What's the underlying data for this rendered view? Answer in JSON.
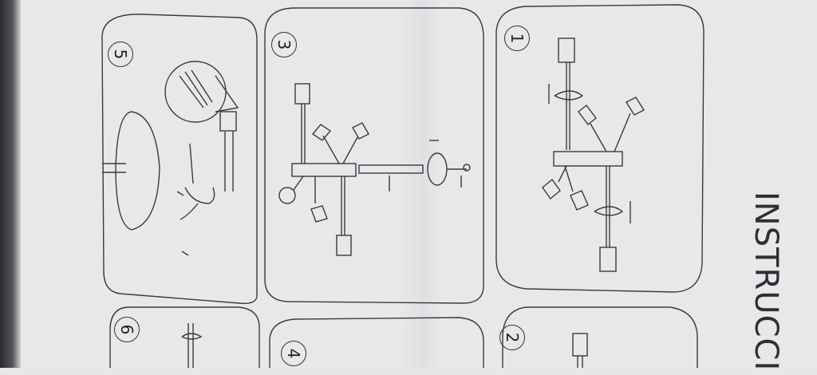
{
  "title": "INSTRUCCI",
  "steps": [
    {
      "number": "1"
    },
    {
      "number": "2"
    },
    {
      "number": "3"
    },
    {
      "number": "4"
    },
    {
      "number": "5"
    },
    {
      "number": "6"
    }
  ],
  "colors": {
    "paper": "#e7e7e9",
    "ink": "#3a3a3f",
    "background": "#2a2a2e"
  }
}
